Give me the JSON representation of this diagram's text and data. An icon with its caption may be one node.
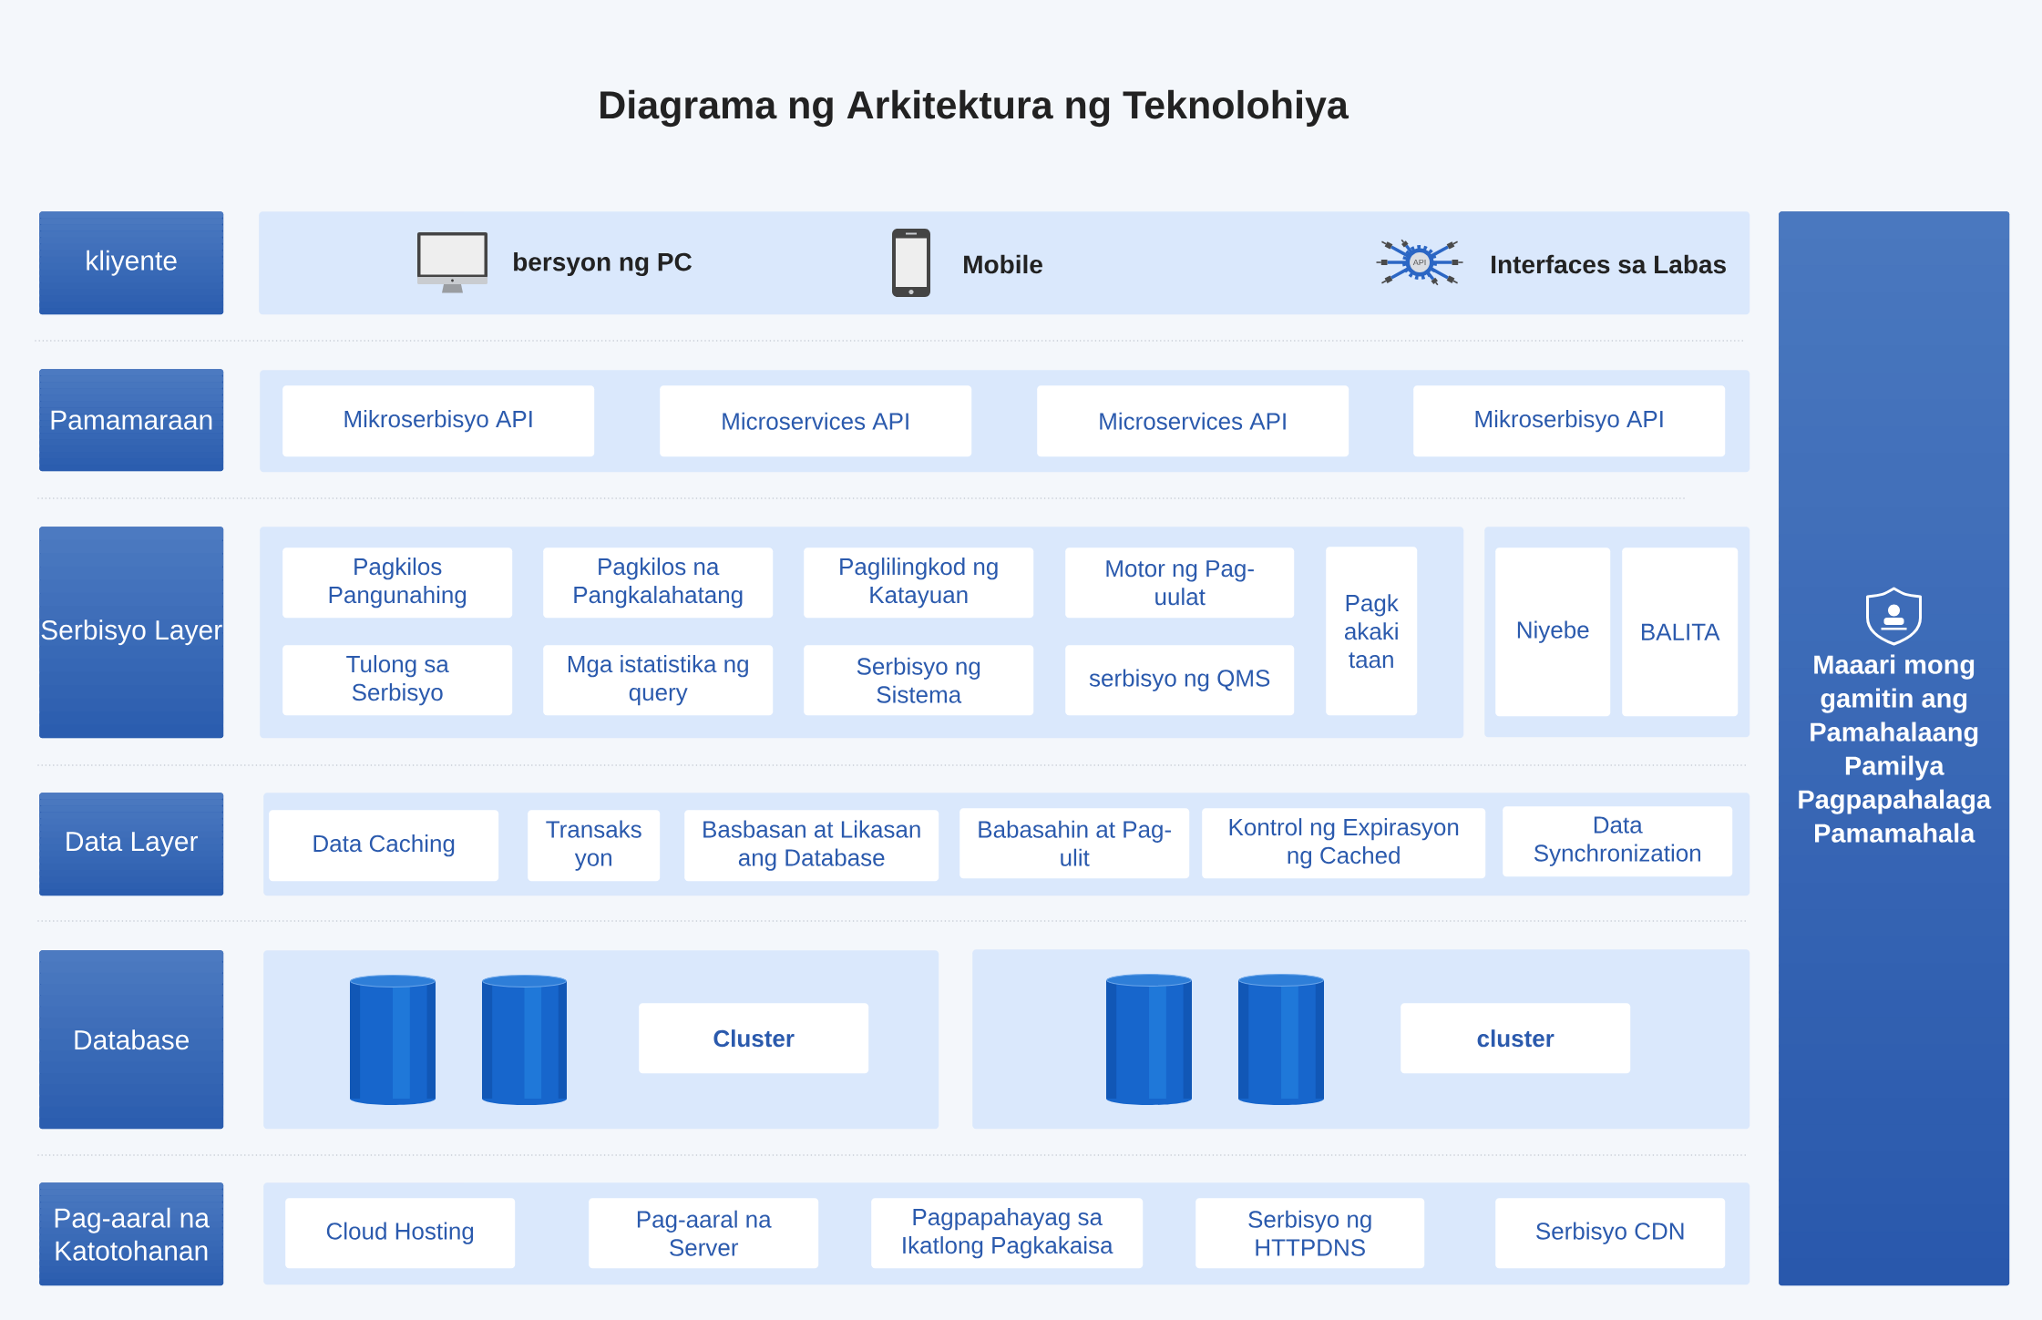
{
  "diagram": {
    "title": "Diagrama ng Arkitektura ng Teknolohiya",
    "nodes": [
      {
        "text": [
          "kliyente"
        ]
      },
      {
        "text": [],
        "shape": "box"
      },
      {
        "text": [
          "Pamamaraan"
        ]
      },
      {
        "text": [],
        "shape": "box"
      },
      {
        "text": [
          "Mikroserbisyo API"
        ],
        "in": 3
      },
      {
        "text": [
          "Microservices API"
        ],
        "in": 3
      },
      {
        "text": [
          "Microservices API"
        ],
        "in": 3
      },
      {
        "text": [
          "Mikroserbisyo API"
        ],
        "in": 3
      },
      {
        "text": [
          "Serbisyo Layer"
        ]
      },
      {
        "text": [],
        "shape": "box"
      },
      {
        "text": [
          "Pagkilos Pangunahing"
        ],
        "in": 9
      },
      {
        "text": [
          "Pagkilos na Pangkalahatang"
        ],
        "in": 9
      },
      {
        "text": [
          "Paglilingkod ng Katayuan"
        ],
        "in": 9
      },
      {
        "text": [
          "Motor ng Pag- uulat"
        ],
        "in": 9
      },
      {
        "text": [
          "Pagk akaki taan"
        ],
        "in": 9
      },
      {
        "text": [
          "Tulong sa Serbisyo"
        ],
        "in": 9
      },
      {
        "text": [
          "Mga istatistika ng query"
        ],
        "in": 9
      },
      {
        "text": [
          "Serbisyo ng Sistema"
        ],
        "in": 9
      },
      {
        "text": [
          "serbisyo ng QMS"
        ],
        "in": 9
      },
      {
        "text": [],
        "shape": "box"
      },
      {
        "text": [
          "Niyebe"
        ],
        "in": 19
      },
      {
        "text": [
          "BALITA"
        ],
        "in": 19
      },
      {
        "text": [
          "Data Layer"
        ]
      },
      {
        "text": [],
        "shape": "box"
      },
      {
        "text": [
          "Data Caching"
        ],
        "in": 23
      },
      {
        "text": [
          "Transaks yon"
        ],
        "in": 23
      },
      {
        "text": [
          "Basbasan at Likasan ang Database"
        ],
        "in": 23
      },
      {
        "text": [
          "Babasahin at Pag- ulit"
        ],
        "in": 23
      },
      {
        "text": [
          "Kontrol ng Expirasyon ng Cached"
        ],
        "in": 23
      },
      {
        "text": [
          "Data Synchronization"
        ],
        "in": 23
      },
      {
        "text": [
          "Database"
        ]
      },
      {
        "text": [],
        "shape": "box"
      },
      {
        "text": [],
        "shape": "cylinder",
        "in": 31
      },
      {
        "text": [],
        "shape": "cylinder",
        "in": 31
      },
      {
        "text": [
          "Cluster"
        ],
        "in": 31
      },
      {
        "text": [],
        "shape": "box"
      },
      {
        "text": [],
        "shape": "cylinder",
        "in": 35
      },
      {
        "text": [],
        "shape": "cylinder",
        "in": 35
      },
      {
        "text": [
          "cluster"
        ],
        "in": 35
      },
      {
        "text": [
          "Pag-aaral na Katotohanan"
        ]
      },
      {
        "text": [],
        "shape": "box"
      },
      {
        "text": [
          "Cloud Hosting"
        ],
        "in": 40
      },
      {
        "text": [
          "Pag-aaral na Server"
        ],
        "in": 40
      },
      {
        "text": [
          "Pagpapahayag sa Ikatlong Pagkakaisa"
        ],
        "in": 40
      },
      {
        "text": [
          "Serbisyo ng HTTPDNS"
        ],
        "in": 40
      },
      {
        "text": [
          "Serbisyo CDN"
        ],
        "in": 40
      },
      {
        "text": [
          "Maaari mong gamitin ang Pamahalaang Pamilya Pagpapahalaga Pamamahala"
        ]
      }
    ],
    "labels": [
      "bersyon ng PC",
      "Mobile",
      "API",
      "Interfaces sa Labas"
    ]
  }
}
